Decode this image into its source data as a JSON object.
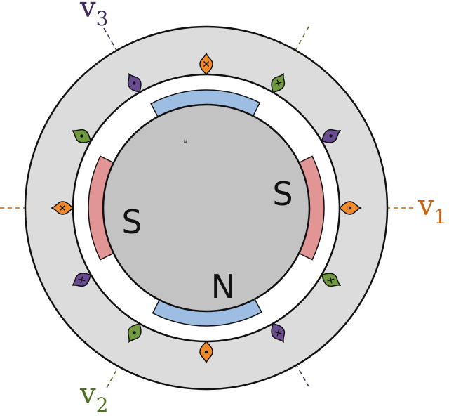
{
  "diagram": {
    "rotor_poles": [
      {
        "id": "pole-left",
        "label": "S",
        "color": "#e19595"
      },
      {
        "id": "pole-right",
        "label": "S",
        "color": "#e19595"
      },
      {
        "id": "pole-bottom",
        "label": "N",
        "color": "#9ebde3"
      },
      {
        "id": "pole-top",
        "label": "N",
        "color": "#9ebde3"
      }
    ],
    "phases": [
      {
        "id": "v1",
        "symbol": "v",
        "subscript": "1",
        "color": "#c8640e"
      },
      {
        "id": "v2",
        "symbol": "v",
        "subscript": "2",
        "color": "#4f6f23"
      },
      {
        "id": "v3",
        "symbol": "v",
        "subscript": "3",
        "color": "#3f2a5c"
      }
    ],
    "colors": {
      "stator": "#dcdcdc",
      "rotor": "#c3c3c3",
      "outline": "#111111",
      "phase1_fill": "#f08a2c",
      "phase2_fill": "#6f9a3e",
      "phase3_fill": "#6a4c93"
    }
  }
}
